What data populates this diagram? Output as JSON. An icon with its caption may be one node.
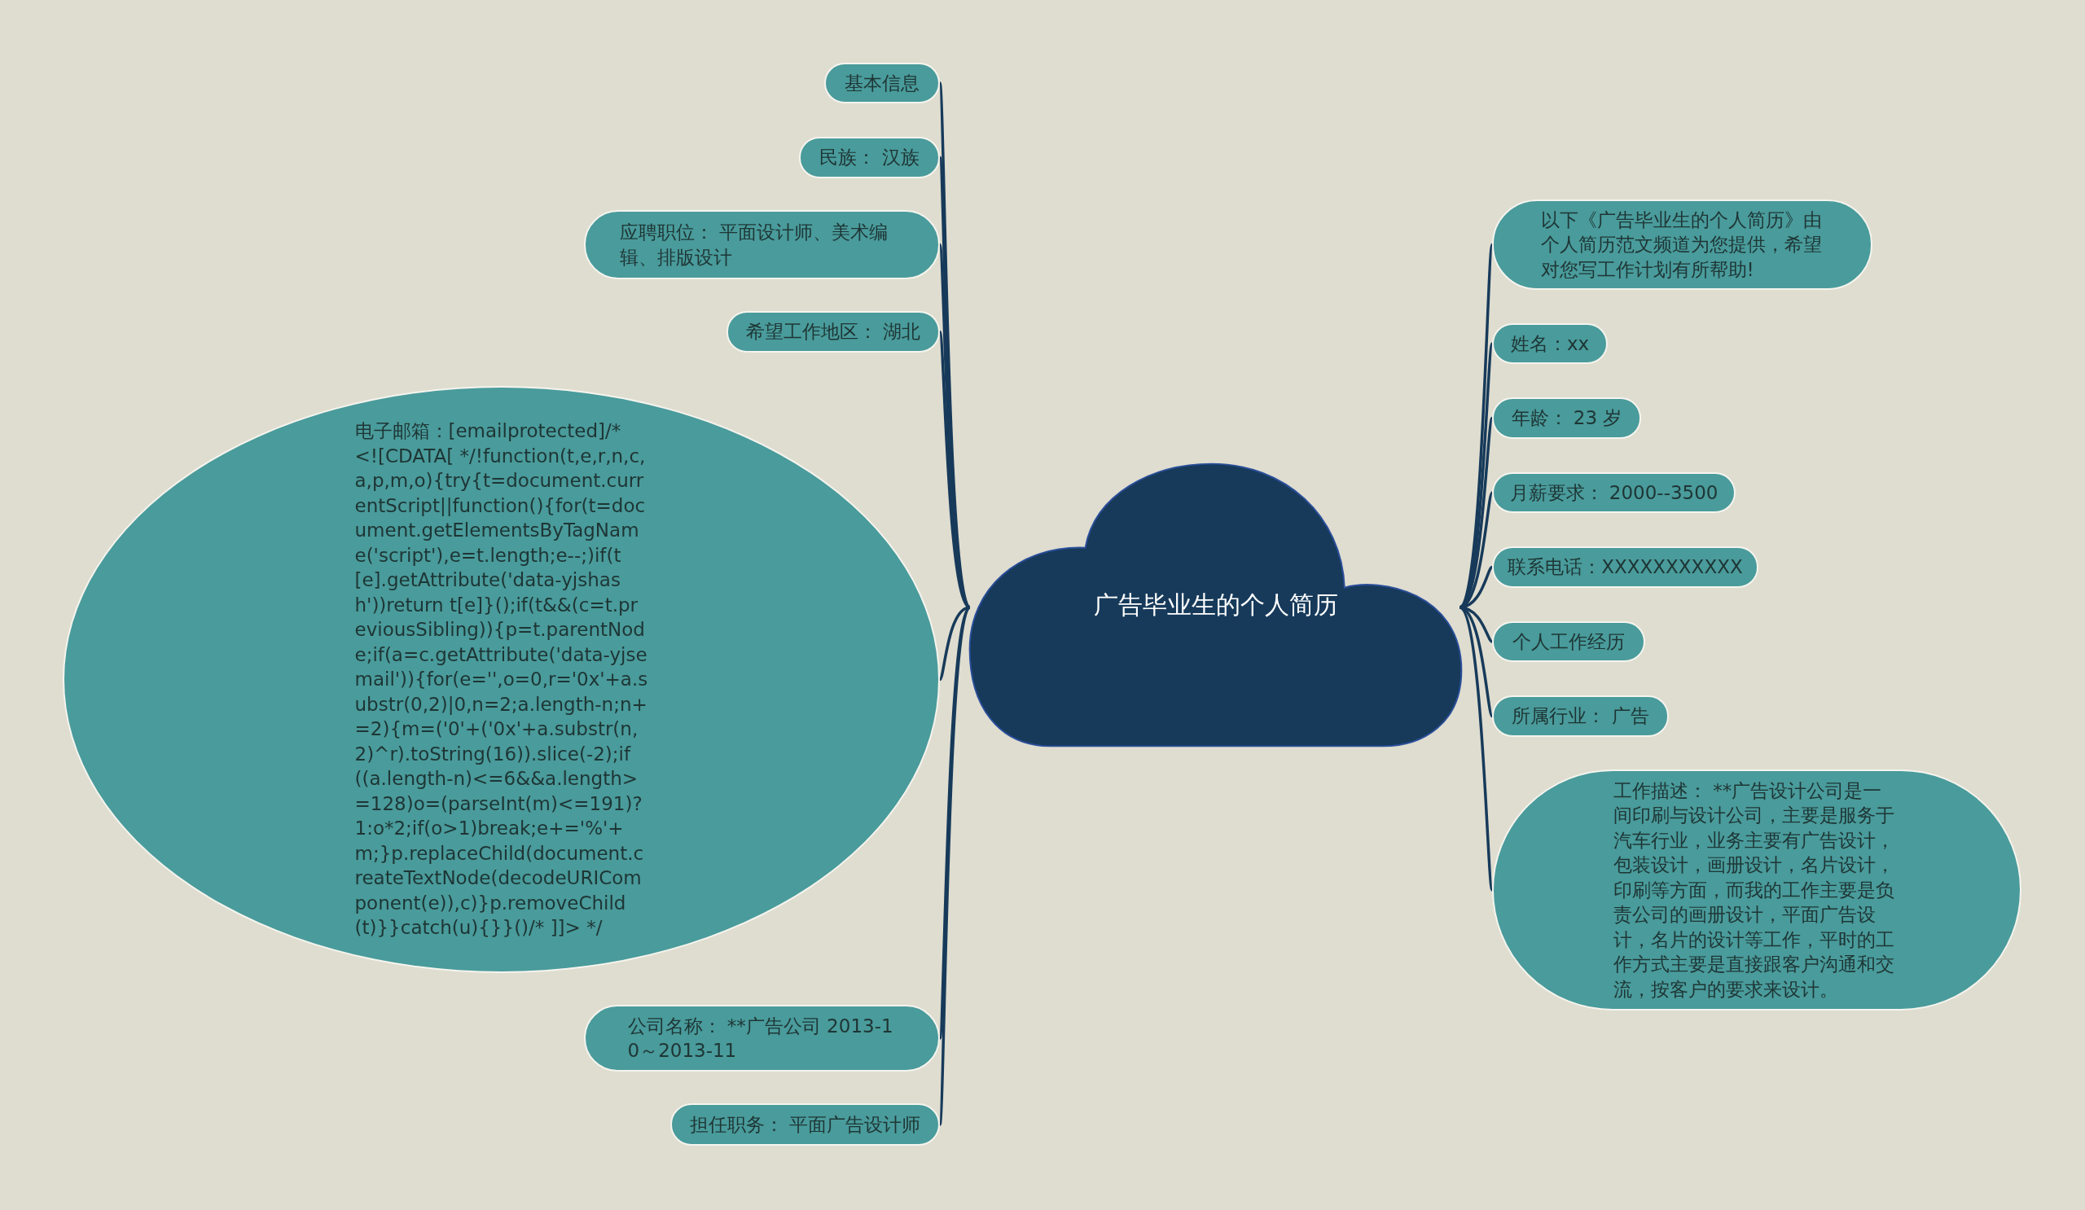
{
  "diagram": {
    "nodes": [
      {
        "text": [
          "广告毕业生的个人简历"
        ]
      },
      {
        "text": [
          "基本信息"
        ]
      },
      {
        "text": [
          "民族： 汉族"
        ]
      },
      {
        "text": [
          "应聘职位： 平面设计师、美术编辑、排版设计"
        ]
      },
      {
        "text": [
          "希望工作地区： 湖北"
        ]
      },
      {
        "text": [
          "电子邮箱：[emailprotected]/* <![CDATA[ */!function(t,e,r,n,c,a,p,m,o){try{t=document.currentScript||function(){for(t=document.getElementsByTagName('script'),e=t.length;e--;)if(t[e].getAttribute('data-yjshash'))return t[e]}();if(t&&(c=t.previousSibling)){p=t.parentNode;if(a=c.getAttribute('data-yjsemail')){for(e='',o=0,r='0x'+a.substr(0,2)|0,n=2;a.length-n;n+=2){m=('0'+('0x'+a.substr(n,2)^r).toString(16)).slice(-2);if((a.length-n)<=6&&a.length>=128)o=(parseInt(m)<=191)?1:o*2;if(o>1)break;e+='%'+m;}p.replaceChild(document.createTextNode(decodeURIComponent(e)),c)}p.removeChild(t)}}catch(u){}}()/* ]]> */"
        ]
      },
      {
        "text": [
          "公司名称： **广告公司 2013-10～2013-11"
        ]
      },
      {
        "text": [
          "担任职务： 平面广告设计师"
        ]
      },
      {
        "text": [
          "以下《广告毕业生的个人简历》由个人简历范文频道为您提供，希望对您写工作计划有所帮助!"
        ]
      },
      {
        "text": [
          "姓名：xx"
        ]
      },
      {
        "text": [
          "年龄： 23 岁"
        ]
      },
      {
        "text": [
          "月薪要求： 2000--3500"
        ]
      },
      {
        "text": [
          "联系电话：XXXXXXXXXXX"
        ]
      },
      {
        "text": [
          "个人工作经历"
        ]
      },
      {
        "text": [
          "所属行业： 广告"
        ]
      },
      {
        "text": [
          "工作描述： **广告设计公司是一间印刷与设计公司，主要是服务于汽车行业，业务主要有广告设计，包装设计，画册设计，名片设计，印刷等方面，而我的工作主要是负责公司的画册设计，平面广告设计，名片的设计等工作，平时的工作方式主要是直接跟客户沟通和交流，按客户的要求来设计。"
        ]
      }
    ],
    "edges": [
      {
        "from": 0,
        "to": 1,
        "arrow": "none"
      },
      {
        "from": 0,
        "to": 2,
        "arrow": "none"
      },
      {
        "from": 0,
        "to": 3,
        "arrow": "none"
      },
      {
        "from": 0,
        "to": 4,
        "arrow": "none"
      },
      {
        "from": 0,
        "to": 5,
        "arrow": "none"
      },
      {
        "from": 0,
        "to": 6,
        "arrow": "none"
      },
      {
        "from": 0,
        "to": 7,
        "arrow": "none"
      },
      {
        "from": 0,
        "to": 8,
        "arrow": "none"
      },
      {
        "from": 0,
        "to": 9,
        "arrow": "none"
      },
      {
        "from": 0,
        "to": 10,
        "arrow": "none"
      },
      {
        "from": 0,
        "to": 11,
        "arrow": "none"
      },
      {
        "from": 0,
        "to": 12,
        "arrow": "none"
      },
      {
        "from": 0,
        "to": 13,
        "arrow": "none"
      },
      {
        "from": 0,
        "to": 14,
        "arrow": "none"
      },
      {
        "from": 0,
        "to": 15,
        "arrow": "none"
      }
    ]
  }
}
